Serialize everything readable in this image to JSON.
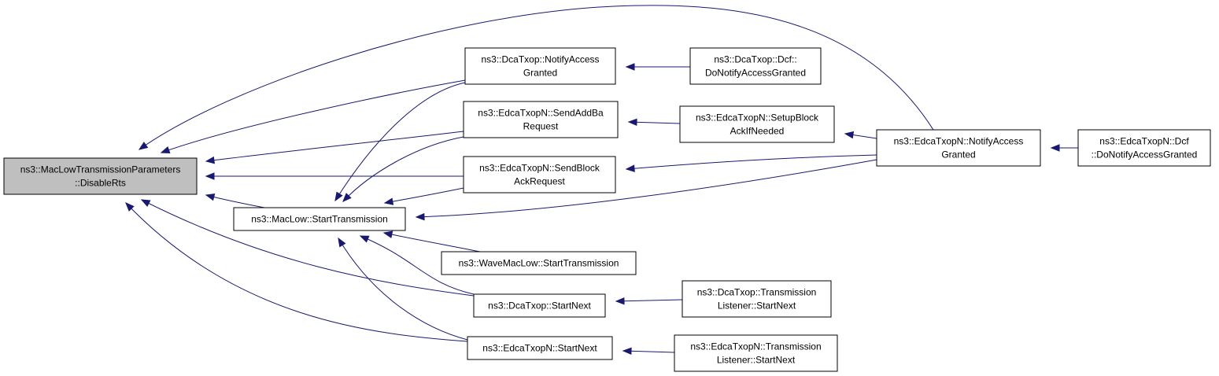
{
  "nodes": [
    {
      "id": "root",
      "lines": [
        "ns3::MacLowTransmissionParameters",
        "::DisableRts"
      ]
    },
    {
      "id": "dca_notify",
      "lines": [
        "ns3::DcaTxop::NotifyAccess",
        "Granted"
      ]
    },
    {
      "id": "edca_addba",
      "lines": [
        "ns3::EdcaTxopN::SendAddBa",
        "Request"
      ]
    },
    {
      "id": "edca_blockack",
      "lines": [
        "ns3::EdcaTxopN::SendBlock",
        "AckRequest"
      ]
    },
    {
      "id": "maclow_start",
      "lines": [
        "ns3::MacLow::StartTransmission"
      ]
    },
    {
      "id": "wave_start",
      "lines": [
        "ns3::WaveMacLow::StartTransmission"
      ]
    },
    {
      "id": "dca_startnext",
      "lines": [
        "ns3::DcaTxop::StartNext"
      ]
    },
    {
      "id": "edca_startnext",
      "lines": [
        "ns3::EdcaTxopN::StartNext"
      ]
    },
    {
      "id": "dca_dcf",
      "lines": [
        "ns3::DcaTxop::Dcf::",
        "DoNotifyAccessGranted"
      ]
    },
    {
      "id": "edca_setup",
      "lines": [
        "ns3::EdcaTxopN::SetupBlock",
        "AckIfNeeded"
      ]
    },
    {
      "id": "dca_listener",
      "lines": [
        "ns3::DcaTxop::Transmission",
        "Listener::StartNext"
      ]
    },
    {
      "id": "edca_listener",
      "lines": [
        "ns3::EdcaTxopN::Transmission",
        "Listener::StartNext"
      ]
    },
    {
      "id": "edca_notify",
      "lines": [
        "ns3::EdcaTxopN::NotifyAccess",
        "Granted"
      ]
    },
    {
      "id": "edca_dcf",
      "lines": [
        "ns3::EdcaTxopN::Dcf",
        "::DoNotifyAccessGranted"
      ]
    }
  ],
  "edges": [
    {
      "from": "dca_notify",
      "to": "root"
    },
    {
      "from": "edca_addba",
      "to": "root"
    },
    {
      "from": "edca_blockack",
      "to": "root"
    },
    {
      "from": "maclow_start",
      "to": "root"
    },
    {
      "from": "dca_startnext",
      "to": "root"
    },
    {
      "from": "edca_startnext",
      "to": "root"
    },
    {
      "from": "edca_notify",
      "to": "root"
    },
    {
      "from": "dca_dcf",
      "to": "dca_notify"
    },
    {
      "from": "edca_setup",
      "to": "edca_addba"
    },
    {
      "from": "edca_notify",
      "to": "edca_setup"
    },
    {
      "from": "edca_notify",
      "to": "edca_blockack"
    },
    {
      "from": "edca_notify",
      "to": "maclow_start"
    },
    {
      "from": "dca_notify",
      "to": "maclow_start"
    },
    {
      "from": "edca_addba",
      "to": "maclow_start"
    },
    {
      "from": "edca_blockack",
      "to": "maclow_start"
    },
    {
      "from": "wave_start",
      "to": "maclow_start"
    },
    {
      "from": "dca_startnext",
      "to": "maclow_start"
    },
    {
      "from": "edca_startnext",
      "to": "maclow_start"
    },
    {
      "from": "dca_listener",
      "to": "dca_startnext"
    },
    {
      "from": "edca_listener",
      "to": "edca_startnext"
    },
    {
      "from": "edca_dcf",
      "to": "edca_notify"
    }
  ]
}
